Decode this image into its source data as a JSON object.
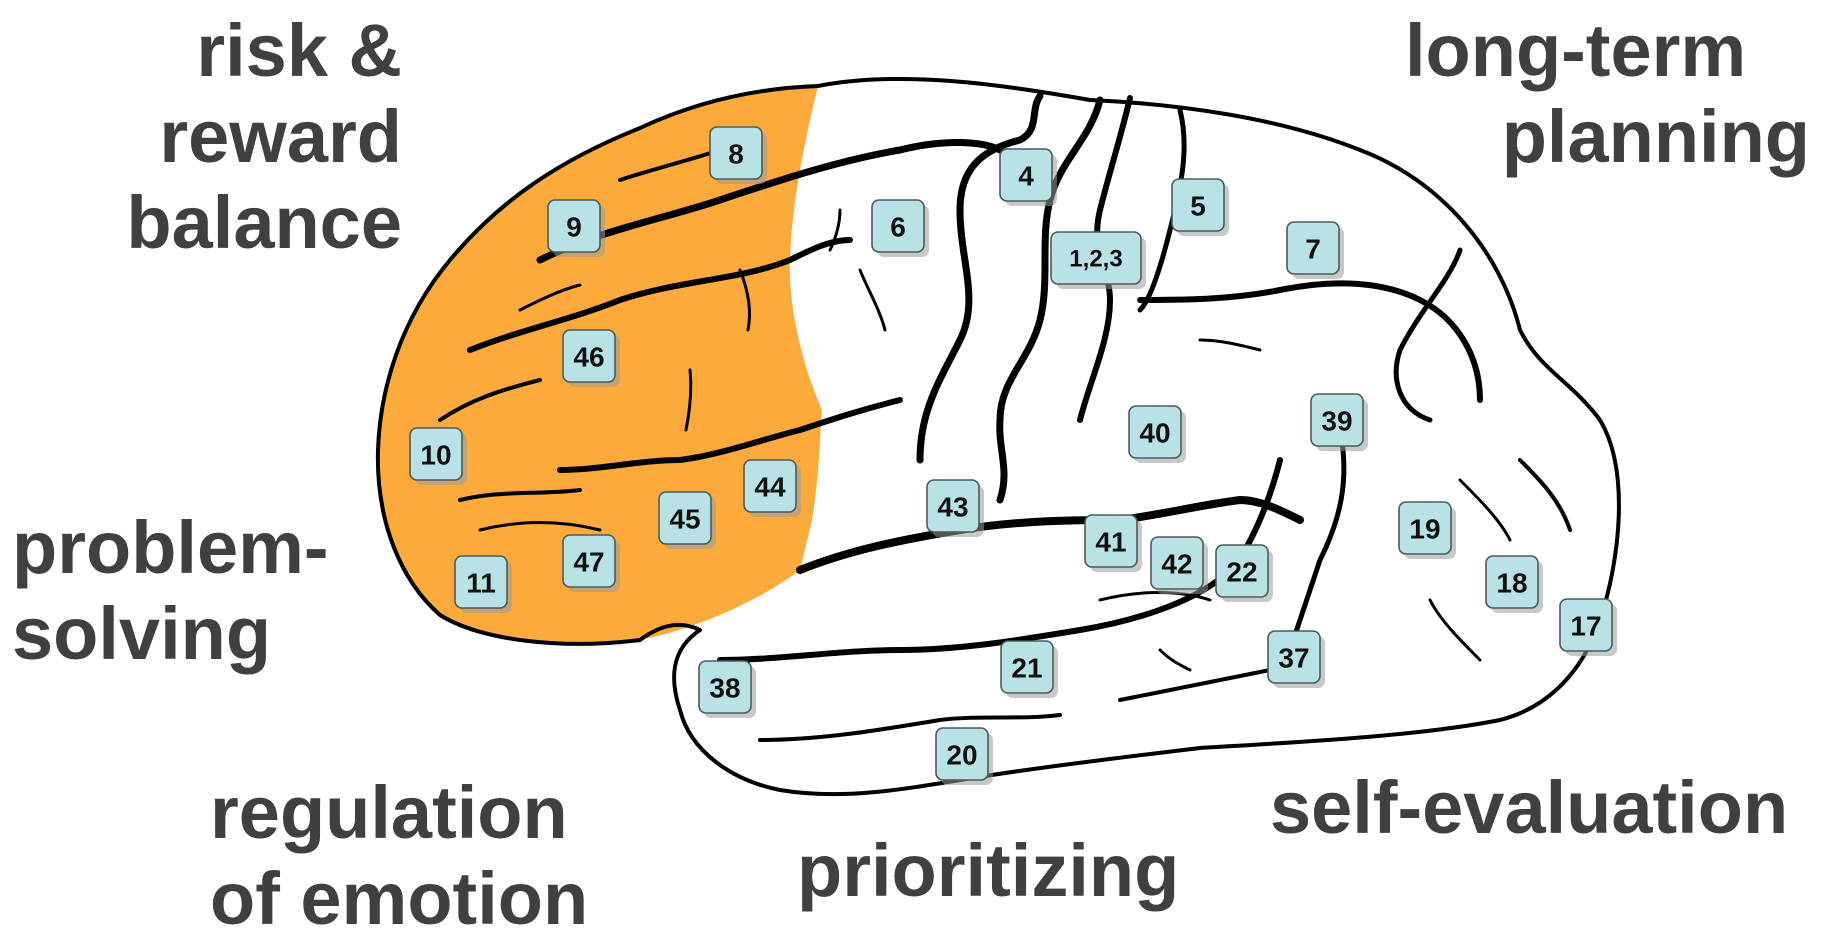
{
  "colors": {
    "highlight": "#fbaa3b",
    "outline": "#000000",
    "label_text": "#404040",
    "box_fill": "#b8e2e6"
  },
  "labels": {
    "risk_reward": [
      "risk &",
      "reward",
      "balance"
    ],
    "long_term": [
      "long-term",
      "planning"
    ],
    "problem_solving": [
      "problem-",
      "solving"
    ],
    "regulation": [
      "regulation",
      "of emotion"
    ],
    "prioritizing": [
      "prioritizing"
    ],
    "self_evaluation": [
      "self-evaluation"
    ]
  },
  "areas": [
    "8",
    "9",
    "46",
    "10",
    "11",
    "47",
    "45",
    "44",
    "6",
    "4",
    "1,2,3",
    "5",
    "7",
    "40",
    "39",
    "43",
    "41",
    "42",
    "22",
    "19",
    "18",
    "17",
    "38",
    "21",
    "20",
    "37"
  ],
  "highlighted_areas": [
    "8",
    "9",
    "46",
    "10",
    "11",
    "47",
    "45",
    "44"
  ]
}
